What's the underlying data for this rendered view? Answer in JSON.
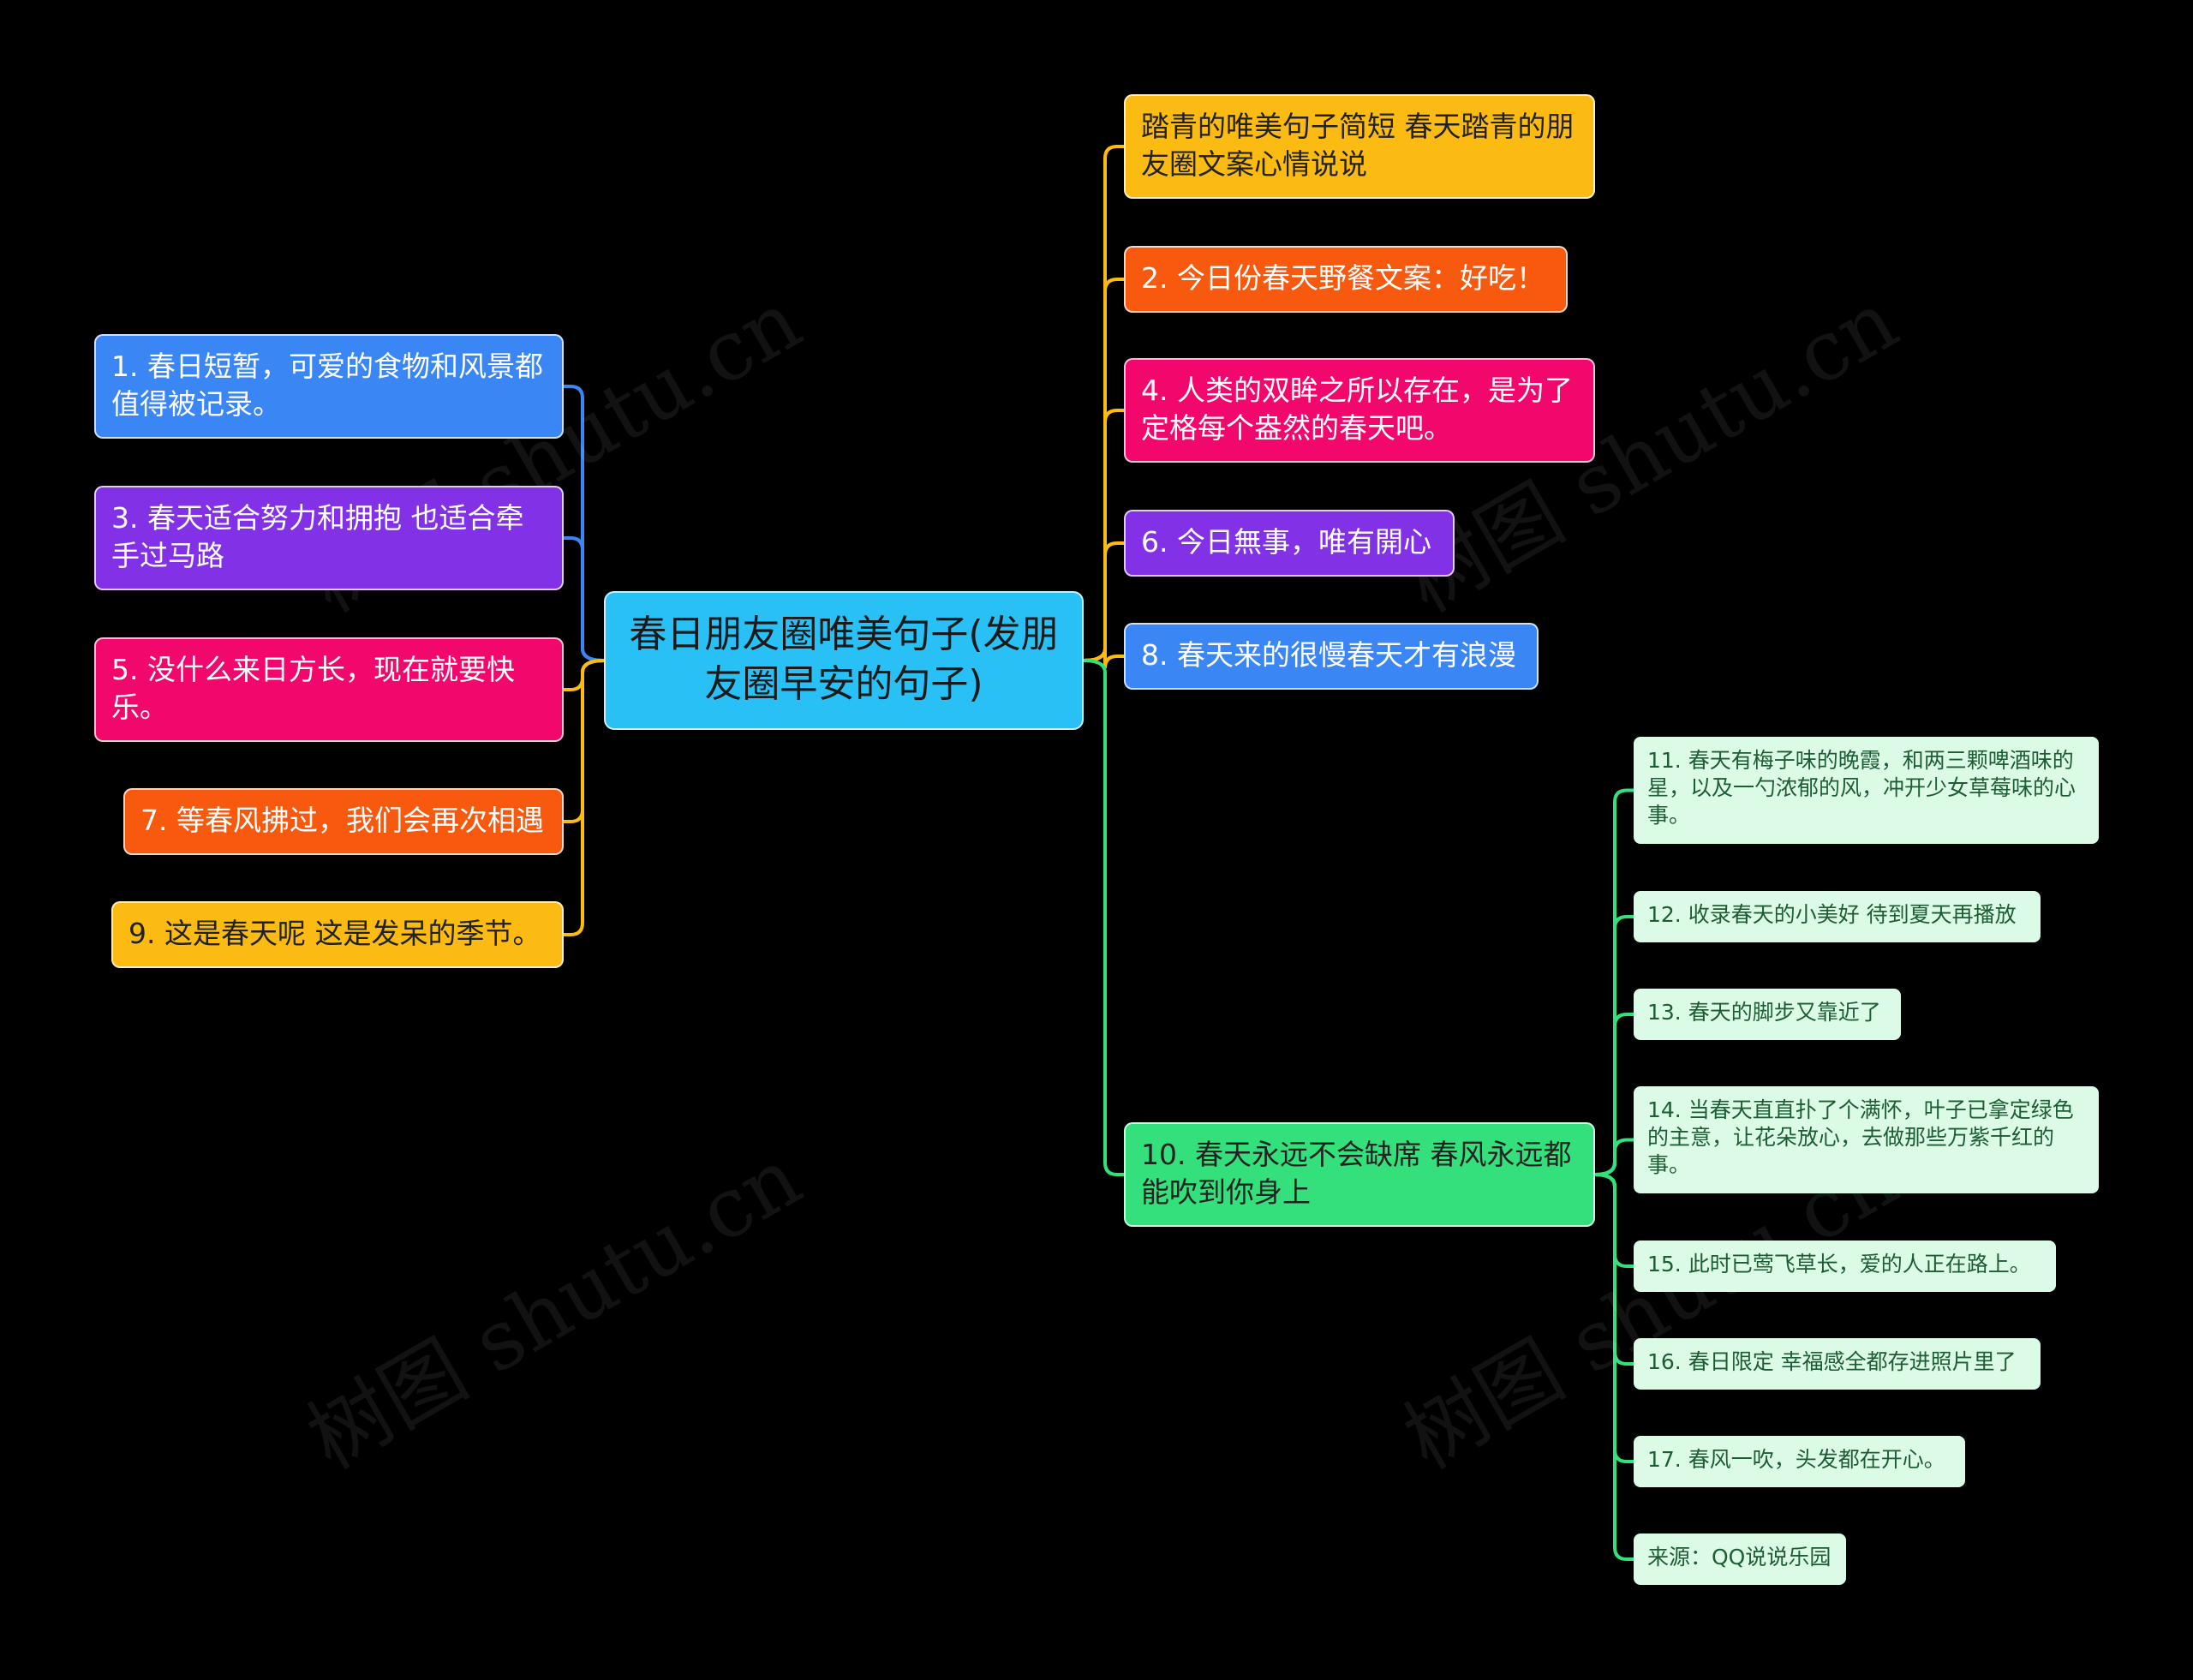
{
  "center": {
    "text": "春日朋友圈唯美句子(发朋友圈早安的句子)",
    "color": "#29c0f5"
  },
  "left_nodes": [
    {
      "text": "1. 春日短暂，可爱的食物和风景都值得被记录。",
      "color": "#3b86f5"
    },
    {
      "text": "3. 春天适合努力和拥抱 也适合牵手过马路",
      "color": "#8231e6"
    },
    {
      "text": "5. 没什么来日方长，现在就要快乐。",
      "color": "#f2086c"
    },
    {
      "text": "7. 等春风拂过，我们会再次相遇",
      "color": "#f7590f"
    },
    {
      "text": "9. 这是春天呢 这是发呆的季节。",
      "color": "#fcbb12"
    }
  ],
  "right_nodes": [
    {
      "text": "踏青的唯美句子简短 春天踏青的朋友圈文案心情说说",
      "color": "#fcbb12"
    },
    {
      "text": "2. 今日份春天野餐文案：好吃！",
      "color": "#f7590f"
    },
    {
      "text": "4. 人类的双眸之所以存在，是为了定格每个盎然的春天吧。",
      "color": "#f2086c"
    },
    {
      "text": "6. 今日無事，唯有開心",
      "color": "#8231e6"
    },
    {
      "text": "8. 春天来的很慢春天才有浪漫",
      "color": "#3b86f5"
    },
    {
      "text": "10. 春天永远不会缺席 春风永远都能吹到你身上",
      "color": "#34e07c"
    }
  ],
  "sub_nodes": [
    {
      "text": "11. 春天有梅子味的晚霞，和两三颗啤酒味的星，以及一勺浓郁的风，冲开少女草莓味的心事。"
    },
    {
      "text": "12. 收录春天的小美好 待到夏天再播放"
    },
    {
      "text": "13. 春天的脚步又靠近了"
    },
    {
      "text": "14. 当春天直直扑了个满怀，叶子已拿定绿色的主意，让花朵放心，去做那些万紫千红的事。"
    },
    {
      "text": "15. 此时已莺飞草长，爱的人正在路上。"
    },
    {
      "text": "16. 春日限定 幸福感全都存进照片里了"
    },
    {
      "text": "17. 春风一吹，头发都在开心。"
    },
    {
      "text": "来源：QQ说说乐园"
    }
  ],
  "colors": {
    "sub_fill": "#dcfbe6",
    "line_blue": "#3b86f5",
    "line_yellow": "#fcbb12",
    "line_green": "#34e07c"
  },
  "watermark": "树图 shutu.cn"
}
